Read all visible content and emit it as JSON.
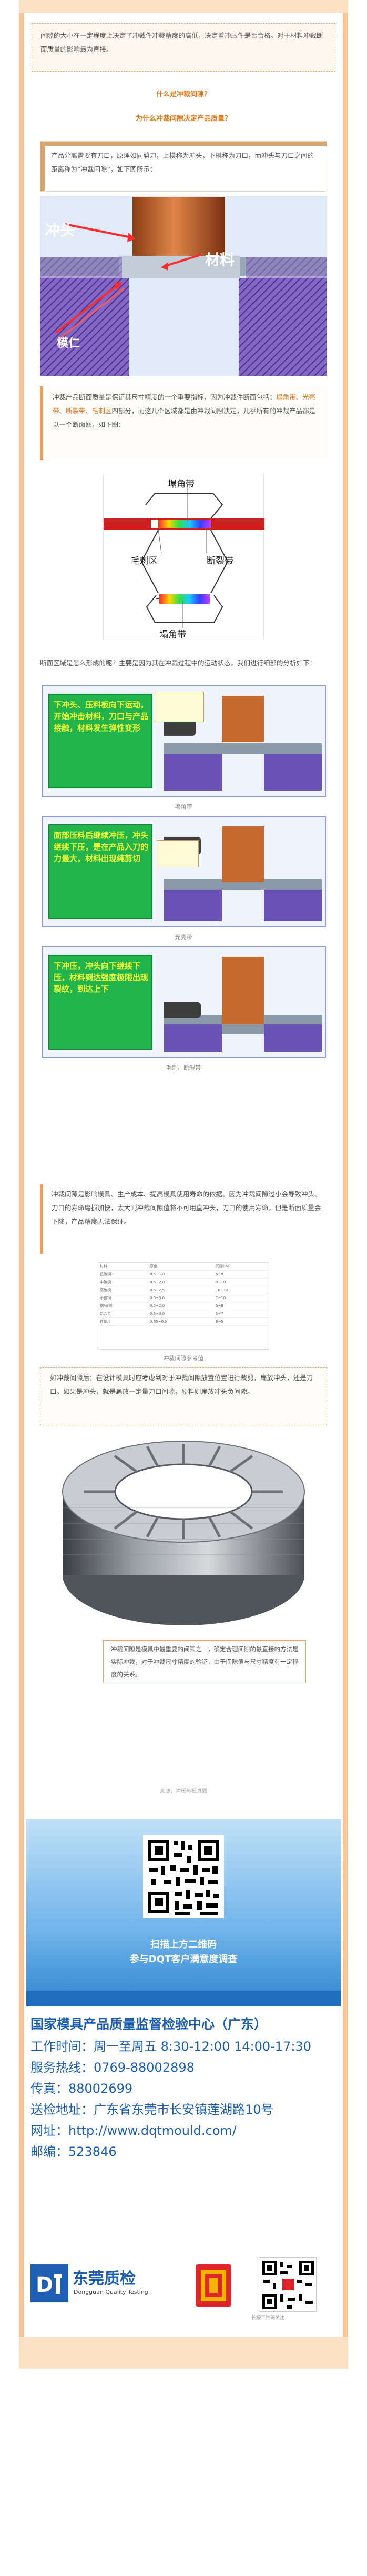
{
  "intro": {
    "text": "间隙的大小在一定程度上决定了冲裁件冲裁精度的高低，决定着冲压件是否合格。对于材料冲裁断面质量的影响最为直接。"
  },
  "questions": {
    "q1": "什么是冲裁间隙？",
    "q2": "为什么冲裁间隙决定产品质量？"
  },
  "para1": {
    "text": "产品分离需要有刀口，原理如同剪刀，上模称为冲头，下模称为刀口，而冲头与刀口之间的距离称为“冲裁间隙”，如下图所示："
  },
  "diagram1": {
    "label_punch": "冲头",
    "label_material": "材料",
    "label_die": "模仁"
  },
  "para2": {
    "text_a": "冲裁产品断面质量是保证其尺寸精度的一个重要指标，因为冲裁件断面包括：",
    "hl_1": "塌角带、光亮带、断裂带、毛刺区",
    "text_b": "四部分，而这几个区域都是由冲裁间隙决定，几乎所有的冲裁产品都是以一个断面图，如下图："
  },
  "diagram2": {
    "top": "塌角带",
    "left": "毛刺区",
    "right": "断裂带",
    "bottom": "塌角带"
  },
  "para3": {
    "text": "断面区域是怎么形成的呢？主要是因为其在冲裁过程中的运动状态，我们进行细部的分析如下："
  },
  "steps": [
    {
      "text": "下冲头、压料板向下运动，开始冲击材料，刀口与产品接触，材料发生弹性变形",
      "caption": "塌角带"
    },
    {
      "text": "面部压料后继续冲压，冲头继续下压，是在产品入刀的力最大，材料出现纯剪切",
      "caption": "光亮带"
    },
    {
      "text": "下冲压，冲头向下继续下压，材料到达强度极限出现裂纹，到达上下",
      "caption": "毛刺、断裂带"
    }
  ],
  "para4": {
    "text": "冲裁间隙是影响模具、生产成本、提高模具使用寿命的依据。因为冲裁间隙过小会导致冲头、刀口的寿命磨损加快，太大则冲裁间隙值将不可用直冲头，刀口的使用寿命，但是断面质量会下降，产品精度无法保证。"
  },
  "table": {
    "caption": "冲裁间隙参考值",
    "headers": [
      "材料",
      "厚度",
      "间隙(%)"
    ],
    "rows": [
      [
        "低碳钢",
        "0.5~1.0",
        "6~8"
      ],
      [
        "中碳钢",
        "0.5~2.0",
        "8~10"
      ],
      [
        "高碳钢",
        "0.5~2.5",
        "10~12"
      ],
      [
        "不锈钢",
        "0.5~3.0",
        "7~10"
      ],
      [
        "铜/黄铜",
        "0.5~2.0",
        "5~8"
      ],
      [
        "铝合金",
        "0.5~3.0",
        "5~7"
      ],
      [
        "硅钢片",
        "0.35~0.5",
        "3~5"
      ]
    ]
  },
  "para5": {
    "text": "如冲裁间隙后：在设计模具时应考虑到对于冲裁间隙放置位置进行裁剪，扁放冲头，还是刀口。如果是冲头，就是扁放一定量刀口间隙，原料则扁放冲头负间隙。"
  },
  "para6": {
    "text": "冲裁间隙是模具中最重要的间隙之一，确定合理间隙的最直接的方法是实际冲裁，对于冲裁尺寸精度的验证，由于间隙值与尺寸精度有一定程度的关系。"
  },
  "source": "来源：冲压与模具圈",
  "promo": {
    "line1": "扫描上方二维码",
    "line2": "参与DQT客户满意度调查"
  },
  "contact": {
    "title": "国家模具产品质量监督检验中心（广东）",
    "hours": "工作时间：周一至周五  8:30-12:00  14:00-17:30",
    "phone": "服务热线：0769-88002898",
    "fax": "传真：88002699",
    "address": "送检地址：广东省东莞市长安镇莲湖路10号",
    "website": "网址：http://www.dqtmould.com/",
    "email": "邮编：523846"
  },
  "logo": {
    "cn": "东莞质检",
    "en": "Dongguan Quality Testing",
    "qr_caption": "长按二维码关注"
  },
  "colors": {
    "frame": "#f6c79a",
    "accent": "#e07a20",
    "brand_blue": "#1d5fae",
    "step_green": "#22b34a",
    "step_text": "#f4ff3a"
  }
}
